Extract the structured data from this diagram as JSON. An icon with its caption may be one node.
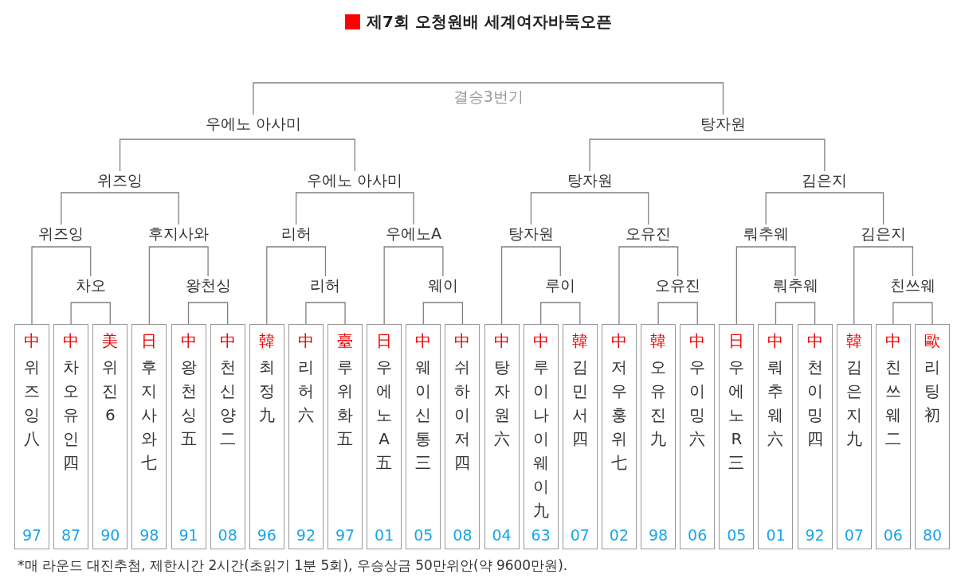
{
  "diagram": {
    "title": "제7회 오청원배 세계여자바둑오픈",
    "nodes": [
      {
        "text": [
          "우에노 아사미"
        ]
      },
      {
        "text": [
          "탕자원"
        ]
      },
      {
        "text": [
          "위즈잉"
        ]
      },
      {
        "text": [
          "우에노 아사미"
        ]
      },
      {
        "text": [
          "탕자원"
        ]
      },
      {
        "text": [
          "김은지"
        ]
      },
      {
        "text": [
          "위즈잉"
        ]
      },
      {
        "text": [
          "후지사와"
        ]
      },
      {
        "text": [
          "리허"
        ]
      },
      {
        "text": [
          "우에노A"
        ]
      },
      {
        "text": [
          "탕자원"
        ]
      },
      {
        "text": [
          "오유진"
        ]
      },
      {
        "text": [
          "뤄추웨"
        ]
      },
      {
        "text": [
          "김은지"
        ]
      },
      {
        "text": [
          "차오"
        ]
      },
      {
        "text": [
          "왕천싱"
        ]
      },
      {
        "text": [
          "리허"
        ]
      },
      {
        "text": [
          "웨이"
        ]
      },
      {
        "text": [
          "루이"
        ]
      },
      {
        "text": [
          "오유진"
        ]
      },
      {
        "text": [
          "뤄추웨"
        ]
      },
      {
        "text": [
          "친쓰웨"
        ]
      },
      {
        "text": [
          "中",
          "위즈잉八",
          "97"
        ]
      },
      {
        "text": [
          "中",
          "차오유인四",
          "87"
        ]
      },
      {
        "text": [
          "美",
          "위진6",
          "90"
        ]
      },
      {
        "text": [
          "日",
          "후지사와七",
          "98"
        ]
      },
      {
        "text": [
          "中",
          "왕천싱五",
          "91"
        ]
      },
      {
        "text": [
          "中",
          "천신양二",
          "08"
        ]
      },
      {
        "text": [
          "韓",
          "최정九",
          "96"
        ]
      },
      {
        "text": [
          "中",
          "리허六",
          "92"
        ]
      },
      {
        "text": [
          "臺",
          "루위화五",
          "97"
        ]
      },
      {
        "text": [
          "日",
          "우에노A五",
          "01"
        ]
      },
      {
        "text": [
          "中",
          "웨이신통三",
          "05"
        ]
      },
      {
        "text": [
          "中",
          "쉬하이저四",
          "08"
        ]
      },
      {
        "text": [
          "中",
          "탕자원六",
          "04"
        ]
      },
      {
        "text": [
          "中",
          "루이나이웨이九",
          "63"
        ]
      },
      {
        "text": [
          "韓",
          "김민서四",
          "07"
        ]
      },
      {
        "text": [
          "中",
          "저우훙위七",
          "02"
        ]
      },
      {
        "text": [
          "韓",
          "오유진九",
          "98"
        ]
      },
      {
        "text": [
          "中",
          "우이밍六",
          "06"
        ]
      },
      {
        "text": [
          "日",
          "우에노R三",
          "05"
        ]
      },
      {
        "text": [
          "中",
          "뤄추웨六",
          "01"
        ]
      },
      {
        "text": [
          "中",
          "천이밍四",
          "92"
        ]
      },
      {
        "text": [
          "韓",
          "김은지九",
          "07"
        ]
      },
      {
        "text": [
          "中",
          "친쓰웨二",
          "06"
        ]
      },
      {
        "text": [
          "歐",
          "리팅初",
          "80"
        ]
      }
    ],
    "edges": [
      {
        "from": 0,
        "to": 1,
        "arrow": "none"
      },
      {
        "from": 2,
        "to": 3,
        "arrow": "none"
      },
      {
        "from": 4,
        "to": 5,
        "arrow": "none"
      },
      {
        "from": 6,
        "to": 7,
        "arrow": "none"
      },
      {
        "from": 8,
        "to": 9,
        "arrow": "none"
      },
      {
        "from": 10,
        "to": 11,
        "arrow": "none"
      },
      {
        "from": 12,
        "to": 13,
        "arrow": "none"
      },
      {
        "from": 22,
        "to": 14,
        "arrow": "none"
      },
      {
        "from": 25,
        "to": 15,
        "arrow": "none"
      },
      {
        "from": 28,
        "to": 16,
        "arrow": "none"
      },
      {
        "from": 31,
        "to": 17,
        "arrow": "none"
      },
      {
        "from": 34,
        "to": 18,
        "arrow": "none"
      },
      {
        "from": 37,
        "to": 19,
        "arrow": "none"
      },
      {
        "from": 40,
        "to": 20,
        "arrow": "none"
      },
      {
        "from": 43,
        "to": 21,
        "arrow": "none"
      },
      {
        "from": 23,
        "to": 24,
        "arrow": "none"
      },
      {
        "from": 26,
        "to": 27,
        "arrow": "none"
      },
      {
        "from": 29,
        "to": 30,
        "arrow": "none"
      },
      {
        "from": 32,
        "to": 33,
        "arrow": "none"
      },
      {
        "from": 35,
        "to": 36,
        "arrow": "none"
      },
      {
        "from": 38,
        "to": 39,
        "arrow": "none"
      },
      {
        "from": 41,
        "to": 42,
        "arrow": "none"
      },
      {
        "from": 44,
        "to": 45,
        "arrow": "none"
      }
    ],
    "labels": [
      "결승3번기",
      "*매 라운드 대진추첨, 제한시간 2시간(초읽기 1분 5회), 우승상금 50만위안(약 9600만원)."
    ]
  }
}
